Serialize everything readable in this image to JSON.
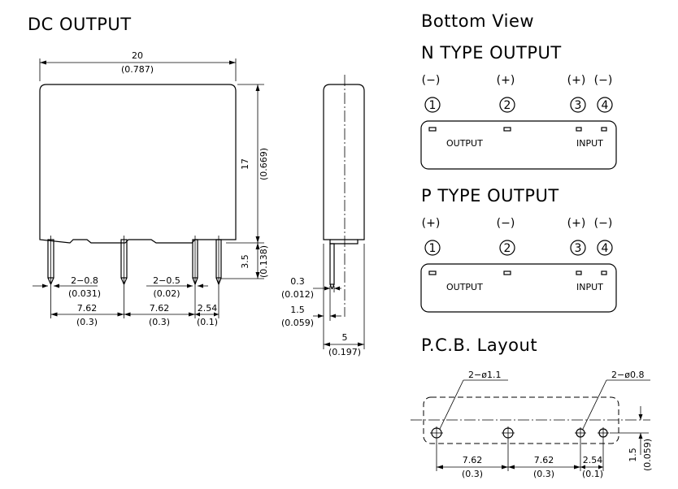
{
  "titles": {
    "dc_output": "DC  OUTPUT",
    "bottom_view": "Bottom  View",
    "n_type": "N  TYPE  OUTPUT",
    "p_type": "P  TYPE  OUTPUT",
    "pcb_layout": "P.C.B.  Layout"
  },
  "front_view": {
    "width_mm": "20",
    "width_in": "(0.787)",
    "height_mm": "17",
    "height_in": "(0.669)",
    "pin_len_mm": "3.5",
    "pin_len_in": "(0.138)",
    "pin_w1_mm": "2−0.8",
    "pin_w1_in": "(0.031)",
    "pin_w2_mm": "2−0.5",
    "pin_w2_in": "(0.02)",
    "pitch1_mm": "7.62",
    "pitch1_in": "(0.3)",
    "pitch2_mm": "7.62",
    "pitch2_in": "(0.3)",
    "pitch3_mm": "2.54",
    "pitch3_in": "(0.1)"
  },
  "side_view": {
    "pin_t_mm": "0.3",
    "pin_t_in": "(0.012)",
    "pin_off_mm": "1.5",
    "pin_off_in": "(0.059)",
    "depth_mm": "5",
    "depth_in": "(0.197)"
  },
  "n_type": {
    "polarity": [
      "(−)",
      "(+)",
      "(+)",
      "(−)"
    ],
    "pins": [
      "1",
      "2",
      "3",
      "4"
    ],
    "output_label": "OUTPUT",
    "input_label": "INPUT"
  },
  "p_type": {
    "polarity": [
      "(+)",
      "(−)",
      "(+)",
      "(−)"
    ],
    "pins": [
      "1",
      "2",
      "3",
      "4"
    ],
    "output_label": "OUTPUT",
    "input_label": "INPUT"
  },
  "pcb": {
    "hole_large": "2−ø1.1",
    "hole_small": "2−ø0.8",
    "pitch1_mm": "7.62",
    "pitch1_in": "(0.3)",
    "pitch2_mm": "7.62",
    "pitch2_in": "(0.3)",
    "pitch3_mm": "2.54",
    "pitch3_in": "(0.1)",
    "offset_mm": "1.5",
    "offset_in": "(0.059)"
  }
}
